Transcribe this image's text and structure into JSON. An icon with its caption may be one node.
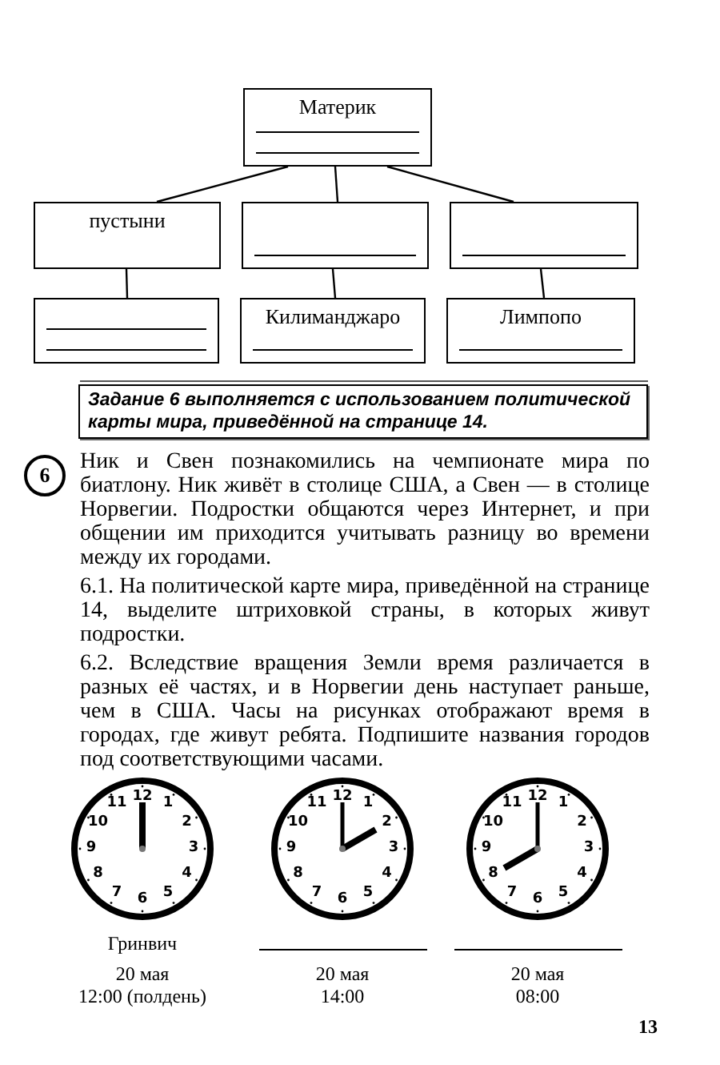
{
  "diagram": {
    "nodes": [
      {
        "text": [
          "Материк"
        ]
      },
      {
        "text": [
          "пустыни"
        ]
      },
      {
        "text": [],
        "shape": "box"
      },
      {
        "text": [],
        "shape": "box"
      },
      {
        "text": [],
        "shape": "box"
      },
      {
        "text": [
          "Килиманджаро"
        ]
      },
      {
        "text": [
          "Лимпопо"
        ]
      }
    ],
    "edges": [
      {
        "from": 0,
        "to": 1,
        "arrow": "none"
      },
      {
        "from": 0,
        "to": 2,
        "arrow": "none"
      },
      {
        "from": 0,
        "to": 3,
        "arrow": "none"
      },
      {
        "from": 1,
        "to": 4,
        "arrow": "none"
      },
      {
        "from": 2,
        "to": 5,
        "arrow": "none"
      },
      {
        "from": 3,
        "to": 6,
        "arrow": "none"
      }
    ],
    "labels": [
      "Задание 6 выполняется с использованием политической карты мира, приведённой на странице 14.",
      "6",
      "Ник и Свен познакомились на чемпионате мира по биатлону. Ник живёт в столице США, а Свен — в столице Норвегии. Подростки общаются через Интернет, и при общении им приходится учитывать разницу во времени между их городами.",
      "6.1. На политической карте мира, приведённой на странице 14, выделите штриховкой страны, в которых живут подростки.",
      "6.2. Вследствие вращения Земли время различается в разных её частях, и в Норвегии день наступает раньше, чем в США. Часы на рисунках отображают время в городах, где живут ребята. Подпишите названия городов под соответствующими часами.",
      "12",
      "1",
      "2",
      "3",
      "4",
      "5",
      "6",
      "7",
      "8",
      "9",
      "10",
      "11",
      "12",
      "1",
      "2",
      "3",
      "4",
      "5",
      "6",
      "7",
      "8",
      "9",
      "10",
      "11",
      "12",
      "1",
      "2",
      "3",
      "4",
      "5",
      "6",
      "7",
      "8",
      "9",
      "10",
      "11",
      "Гринвич",
      "20 мая",
      "12:00 (полдень)",
      "20 мая",
      "14:00",
      "20 мая",
      "08:00",
      "13"
    ]
  }
}
